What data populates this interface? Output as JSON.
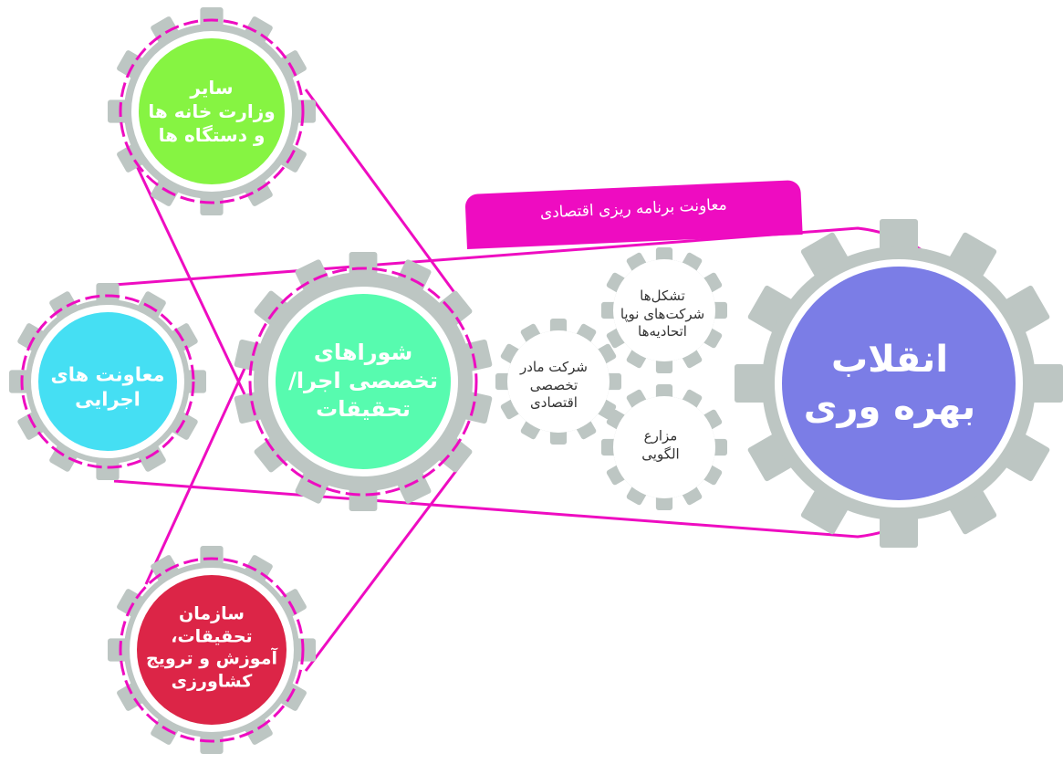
{
  "banner": "معاونت برنامه ریزی اقتصادی",
  "gears": [
    {
      "id": "other-ministries",
      "lines": [
        "سایر",
        "وزارت خانه ها",
        "و دستگاه ها"
      ],
      "color": "#86f442"
    },
    {
      "id": "executive-deputies",
      "lines": [
        "معاونت های",
        "اجرایی"
      ],
      "color": "#45dff3"
    },
    {
      "id": "specialized-councils",
      "lines": [
        "شوراهای",
        "تخصصی اجرا/",
        "تحقیقات"
      ],
      "color": "#57fbaf"
    },
    {
      "id": "research-organization",
      "lines": [
        "سازمان",
        "تحقیقات،",
        "آموزش و ترویج",
        "کشاورزی"
      ],
      "color": "#dc2547"
    },
    {
      "id": "productivity-revolution",
      "lines": [
        "انقلاب",
        "بهره وری"
      ],
      "color": "#7b7de6"
    },
    {
      "id": "holding-company",
      "lines": [
        "شرکت مادر",
        "تخصصی",
        "اقتصادی"
      ],
      "color": "#ffffff"
    },
    {
      "id": "organizations",
      "lines": [
        "تشکل‌ها",
        "شرکت‌های نوپا",
        "اتحادیه‌ها"
      ],
      "color": "#ffffff"
    },
    {
      "id": "model-farms",
      "lines": [
        "مزارع",
        "الگویی"
      ],
      "color": "#ffffff"
    }
  ],
  "colors": {
    "gear": "#bdc6c3",
    "accent": "#ee0cc1"
  }
}
